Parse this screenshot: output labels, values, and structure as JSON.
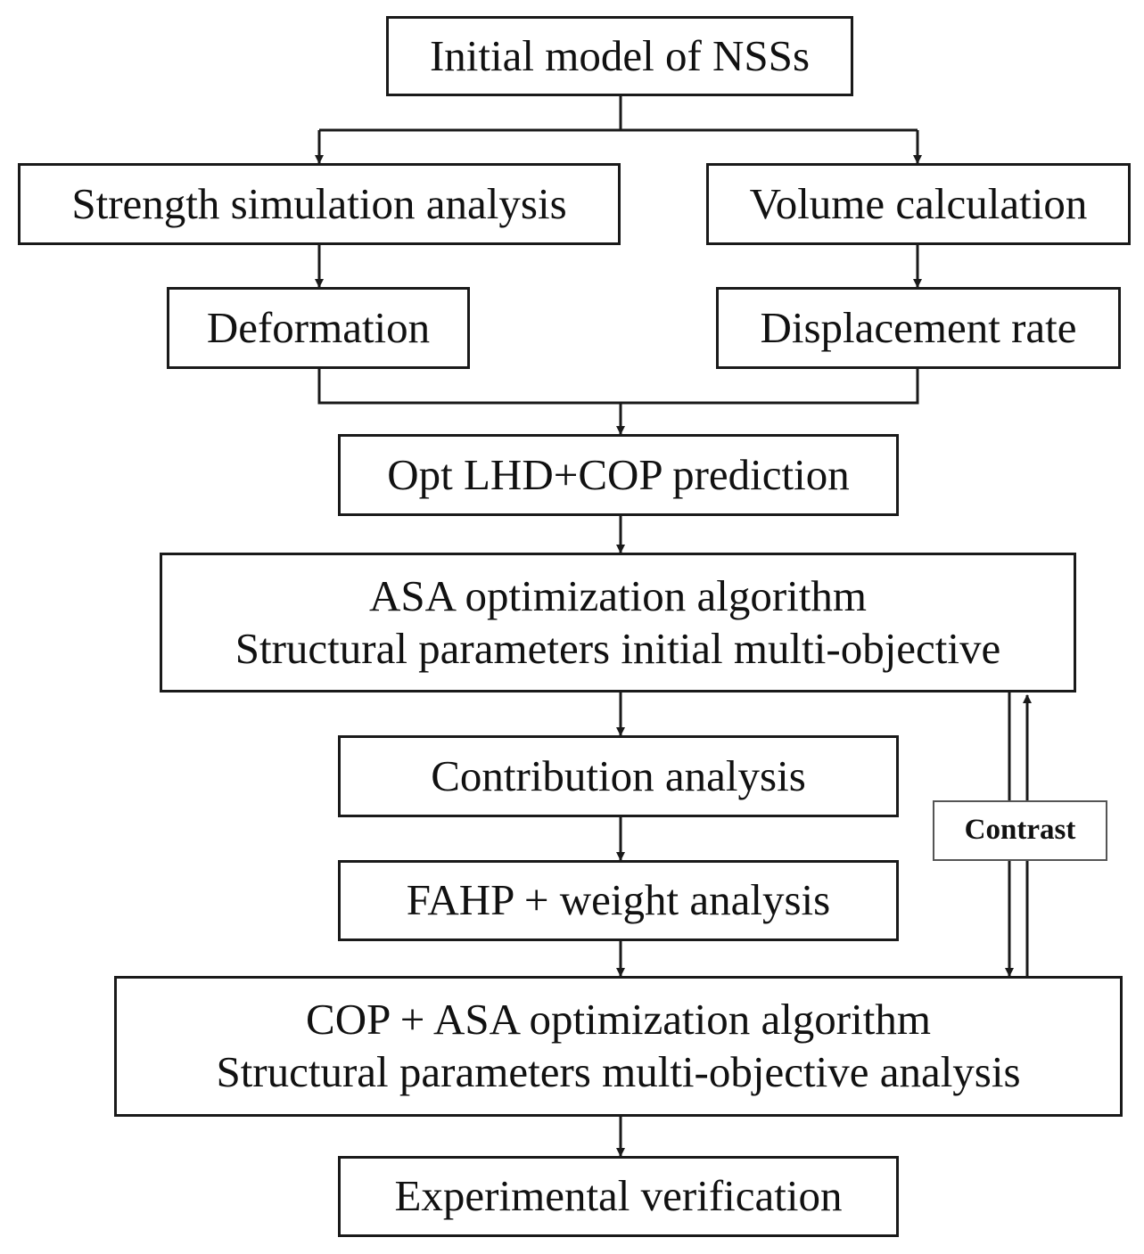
{
  "diagram": {
    "type": "flowchart",
    "nodes": {
      "initial_model": {
        "lines": [
          "Initial model of NSSs"
        ]
      },
      "strength_sim": {
        "lines": [
          "Strength simulation analysis"
        ]
      },
      "volume_calc": {
        "lines": [
          "Volume calculation"
        ]
      },
      "deformation": {
        "lines": [
          "Deformation"
        ]
      },
      "displacement_rate": {
        "lines": [
          "Displacement rate"
        ]
      },
      "opt_lhd": {
        "lines": [
          "Opt LHD+COP prediction"
        ]
      },
      "asa_opt": {
        "lines": [
          "ASA optimization algorithm",
          "Structural parameters initial multi-objective"
        ]
      },
      "contribution": {
        "lines": [
          "Contribution analysis"
        ]
      },
      "fahp": {
        "lines": [
          "FAHP + weight analysis"
        ]
      },
      "cop_asa": {
        "lines": [
          "COP + ASA optimization algorithm",
          "Structural parameters multi-objective analysis"
        ]
      },
      "experimental": {
        "lines": [
          "Experimental verification"
        ]
      },
      "contrast": {
        "lines": [
          "Contrast"
        ]
      }
    },
    "edges": [
      {
        "from": "initial_model",
        "to": "strength_sim"
      },
      {
        "from": "initial_model",
        "to": "volume_calc"
      },
      {
        "from": "strength_sim",
        "to": "deformation"
      },
      {
        "from": "volume_calc",
        "to": "displacement_rate"
      },
      {
        "from": "deformation",
        "to": "opt_lhd"
      },
      {
        "from": "displacement_rate",
        "to": "opt_lhd"
      },
      {
        "from": "opt_lhd",
        "to": "asa_opt"
      },
      {
        "from": "asa_opt",
        "to": "contribution"
      },
      {
        "from": "contribution",
        "to": "fahp"
      },
      {
        "from": "fahp",
        "to": "cop_asa"
      },
      {
        "from": "asa_opt",
        "to": "cop_asa",
        "label": "Contrast"
      },
      {
        "from": "cop_asa",
        "to": "asa_opt",
        "label": "Contrast"
      },
      {
        "from": "cop_asa",
        "to": "experimental"
      }
    ]
  }
}
